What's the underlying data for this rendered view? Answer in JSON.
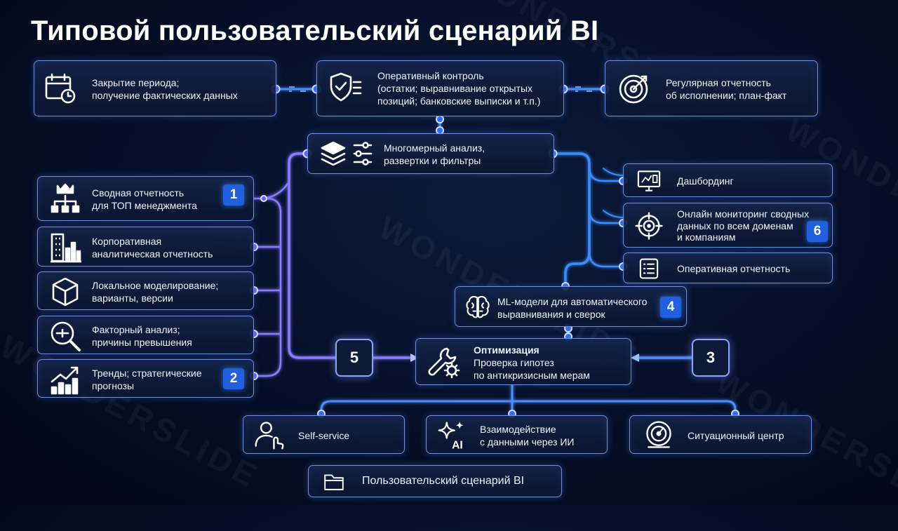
{
  "title": "Типовой пользовательский сценарий BI",
  "watermark": "WONDERSLIDE",
  "colors": {
    "accent_purple": "#7b6bff",
    "accent_blue": "#2f8cff",
    "badge_blue": "#1f5fe0",
    "border": "#6f8fd6",
    "background": "#06102a"
  },
  "top_row": [
    {
      "icon": "calendar-clock-icon",
      "lines": [
        "Закрытие периода;",
        "получение фактических данных"
      ]
    },
    {
      "icon": "shield-checklist-icon",
      "lines": [
        "Оперативный контроль",
        "(остатки; выравнивание открытых",
        "позиций; банковские выписки и т.п.)"
      ]
    },
    {
      "icon": "target-icon",
      "lines": [
        "Регулярная отчетность",
        "об исполнении; план-факт"
      ]
    }
  ],
  "multidim": {
    "icon": "layers-filter-icon",
    "lines": [
      "Многомерный анализ,",
      "развертки и фильтры"
    ]
  },
  "left_column": [
    {
      "icon": "crown-hierarchy-icon",
      "lines": [
        "Сводная отчетность",
        "для ТОП менеджмента"
      ],
      "badge": "1"
    },
    {
      "icon": "buildings-chart-icon",
      "lines": [
        "Корпоративная",
        "аналитическая отчетность"
      ]
    },
    {
      "icon": "cube-icon",
      "lines": [
        "Локальное моделирование;",
        "варианты, версии"
      ]
    },
    {
      "icon": "magnifier-factor-icon",
      "lines": [
        "Факторный анализ;",
        "причины превышения"
      ]
    },
    {
      "icon": "trend-chart-icon",
      "lines": [
        "Тренды; стратегические",
        "прогнозы"
      ],
      "badge": "2"
    }
  ],
  "right_column": [
    {
      "icon": "dashboard-monitor-icon",
      "lines": [
        "Дашбординг"
      ]
    },
    {
      "icon": "crosshair-icon",
      "lines": [
        "Онлайн мониторинг сводных",
        "данных по всем доменам",
        "и компаниям"
      ],
      "badge": "6"
    },
    {
      "icon": "list-document-icon",
      "lines": [
        "Оперативная отчетность"
      ]
    }
  ],
  "ml_models": {
    "icon": "brain-icon",
    "lines": [
      "ML-модели для автоматического",
      "выравнивания и сверок"
    ],
    "badge": "4"
  },
  "optimization": {
    "icon": "wrench-gear-icon",
    "title": "Оптимизация",
    "lines": [
      "Проверка гипотез",
      "по антикризисным мерам"
    ]
  },
  "step5": "5",
  "step3": "3",
  "bottom_row": [
    {
      "icon": "user-click-icon",
      "lines": [
        "Self-service"
      ]
    },
    {
      "icon": "ai-sparkle-icon",
      "lines": [
        "Взаимодействие",
        "с данными через ИИ"
      ]
    },
    {
      "icon": "situation-radar-icon",
      "lines": [
        "Ситуационный центр"
      ]
    }
  ],
  "footer": {
    "icon": "folder-icon",
    "label": "Пользовательский сценарий BI"
  }
}
